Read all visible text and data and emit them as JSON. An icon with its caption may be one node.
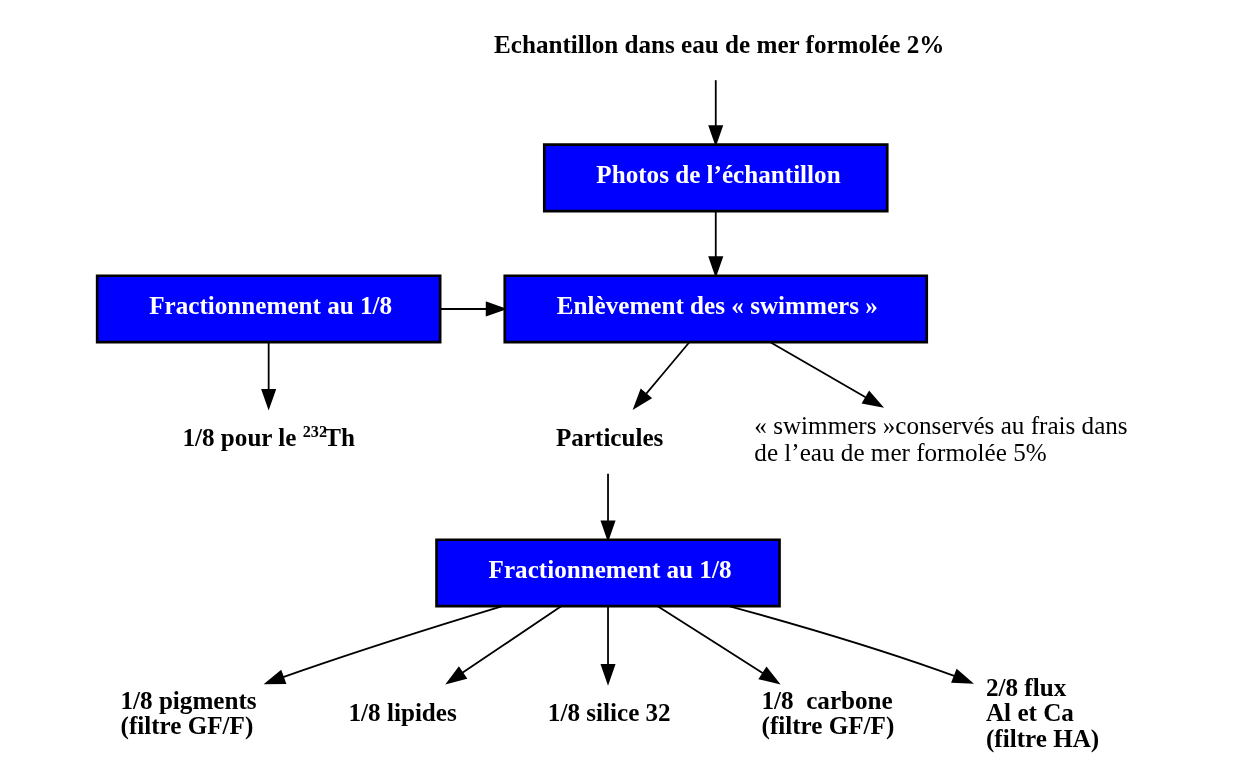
{
  "diagram": {
    "nodes": [
      {
        "text": [
          "Echantillon dans eau de mer formolée 2%"
        ]
      },
      {
        "text": [
          "Photos de l’échantillon"
        ]
      },
      {
        "text": [
          "Enlèvement des « swimmers »"
        ]
      },
      {
        "text": [
          "Fractionnement au 1/8"
        ]
      },
      {
        "text": [
          "1/8 pour le $^{232}$Th"
        ]
      },
      {
        "text": [
          "« swimmers »conservés au frais dans de l’eau de mer formolée 5%"
        ]
      },
      {
        "text": [
          "Particules"
        ]
      },
      {
        "text": [
          "Fractionnement au 1/8"
        ]
      },
      {
        "text": [
          "1/8 pigments (filtre GF/F)"
        ]
      },
      {
        "text": [
          "1/8 lipides"
        ]
      },
      {
        "text": [
          "1/8 silice 32"
        ]
      },
      {
        "text": [
          "1/8  carbone (filtre GF/F)"
        ]
      },
      {
        "text": [
          "2/8 flux Al et Ca (filtre HA)"
        ]
      }
    ],
    "edges": [
      {
        "from": 0,
        "to": 1,
        "arrow": "to"
      },
      {
        "from": 1,
        "to": 2,
        "arrow": "to"
      },
      {
        "from": 3,
        "to": 2,
        "arrow": "to"
      },
      {
        "from": 3,
        "to": 4,
        "arrow": "to"
      },
      {
        "from": 2,
        "to": 5,
        "arrow": "to"
      },
      {
        "from": 2,
        "to": 6,
        "arrow": "to"
      },
      {
        "from": 6,
        "to": 7,
        "arrow": "to"
      },
      {
        "from": 7,
        "to": 8,
        "arrow": "to"
      },
      {
        "from": 7,
        "to": 9,
        "arrow": "to"
      },
      {
        "from": 7,
        "to": 10,
        "arrow": "to"
      },
      {
        "from": 7,
        "to": 11,
        "arrow": "to"
      },
      {
        "from": 7,
        "to": 12,
        "arrow": "to"
      }
    ]
  }
}
